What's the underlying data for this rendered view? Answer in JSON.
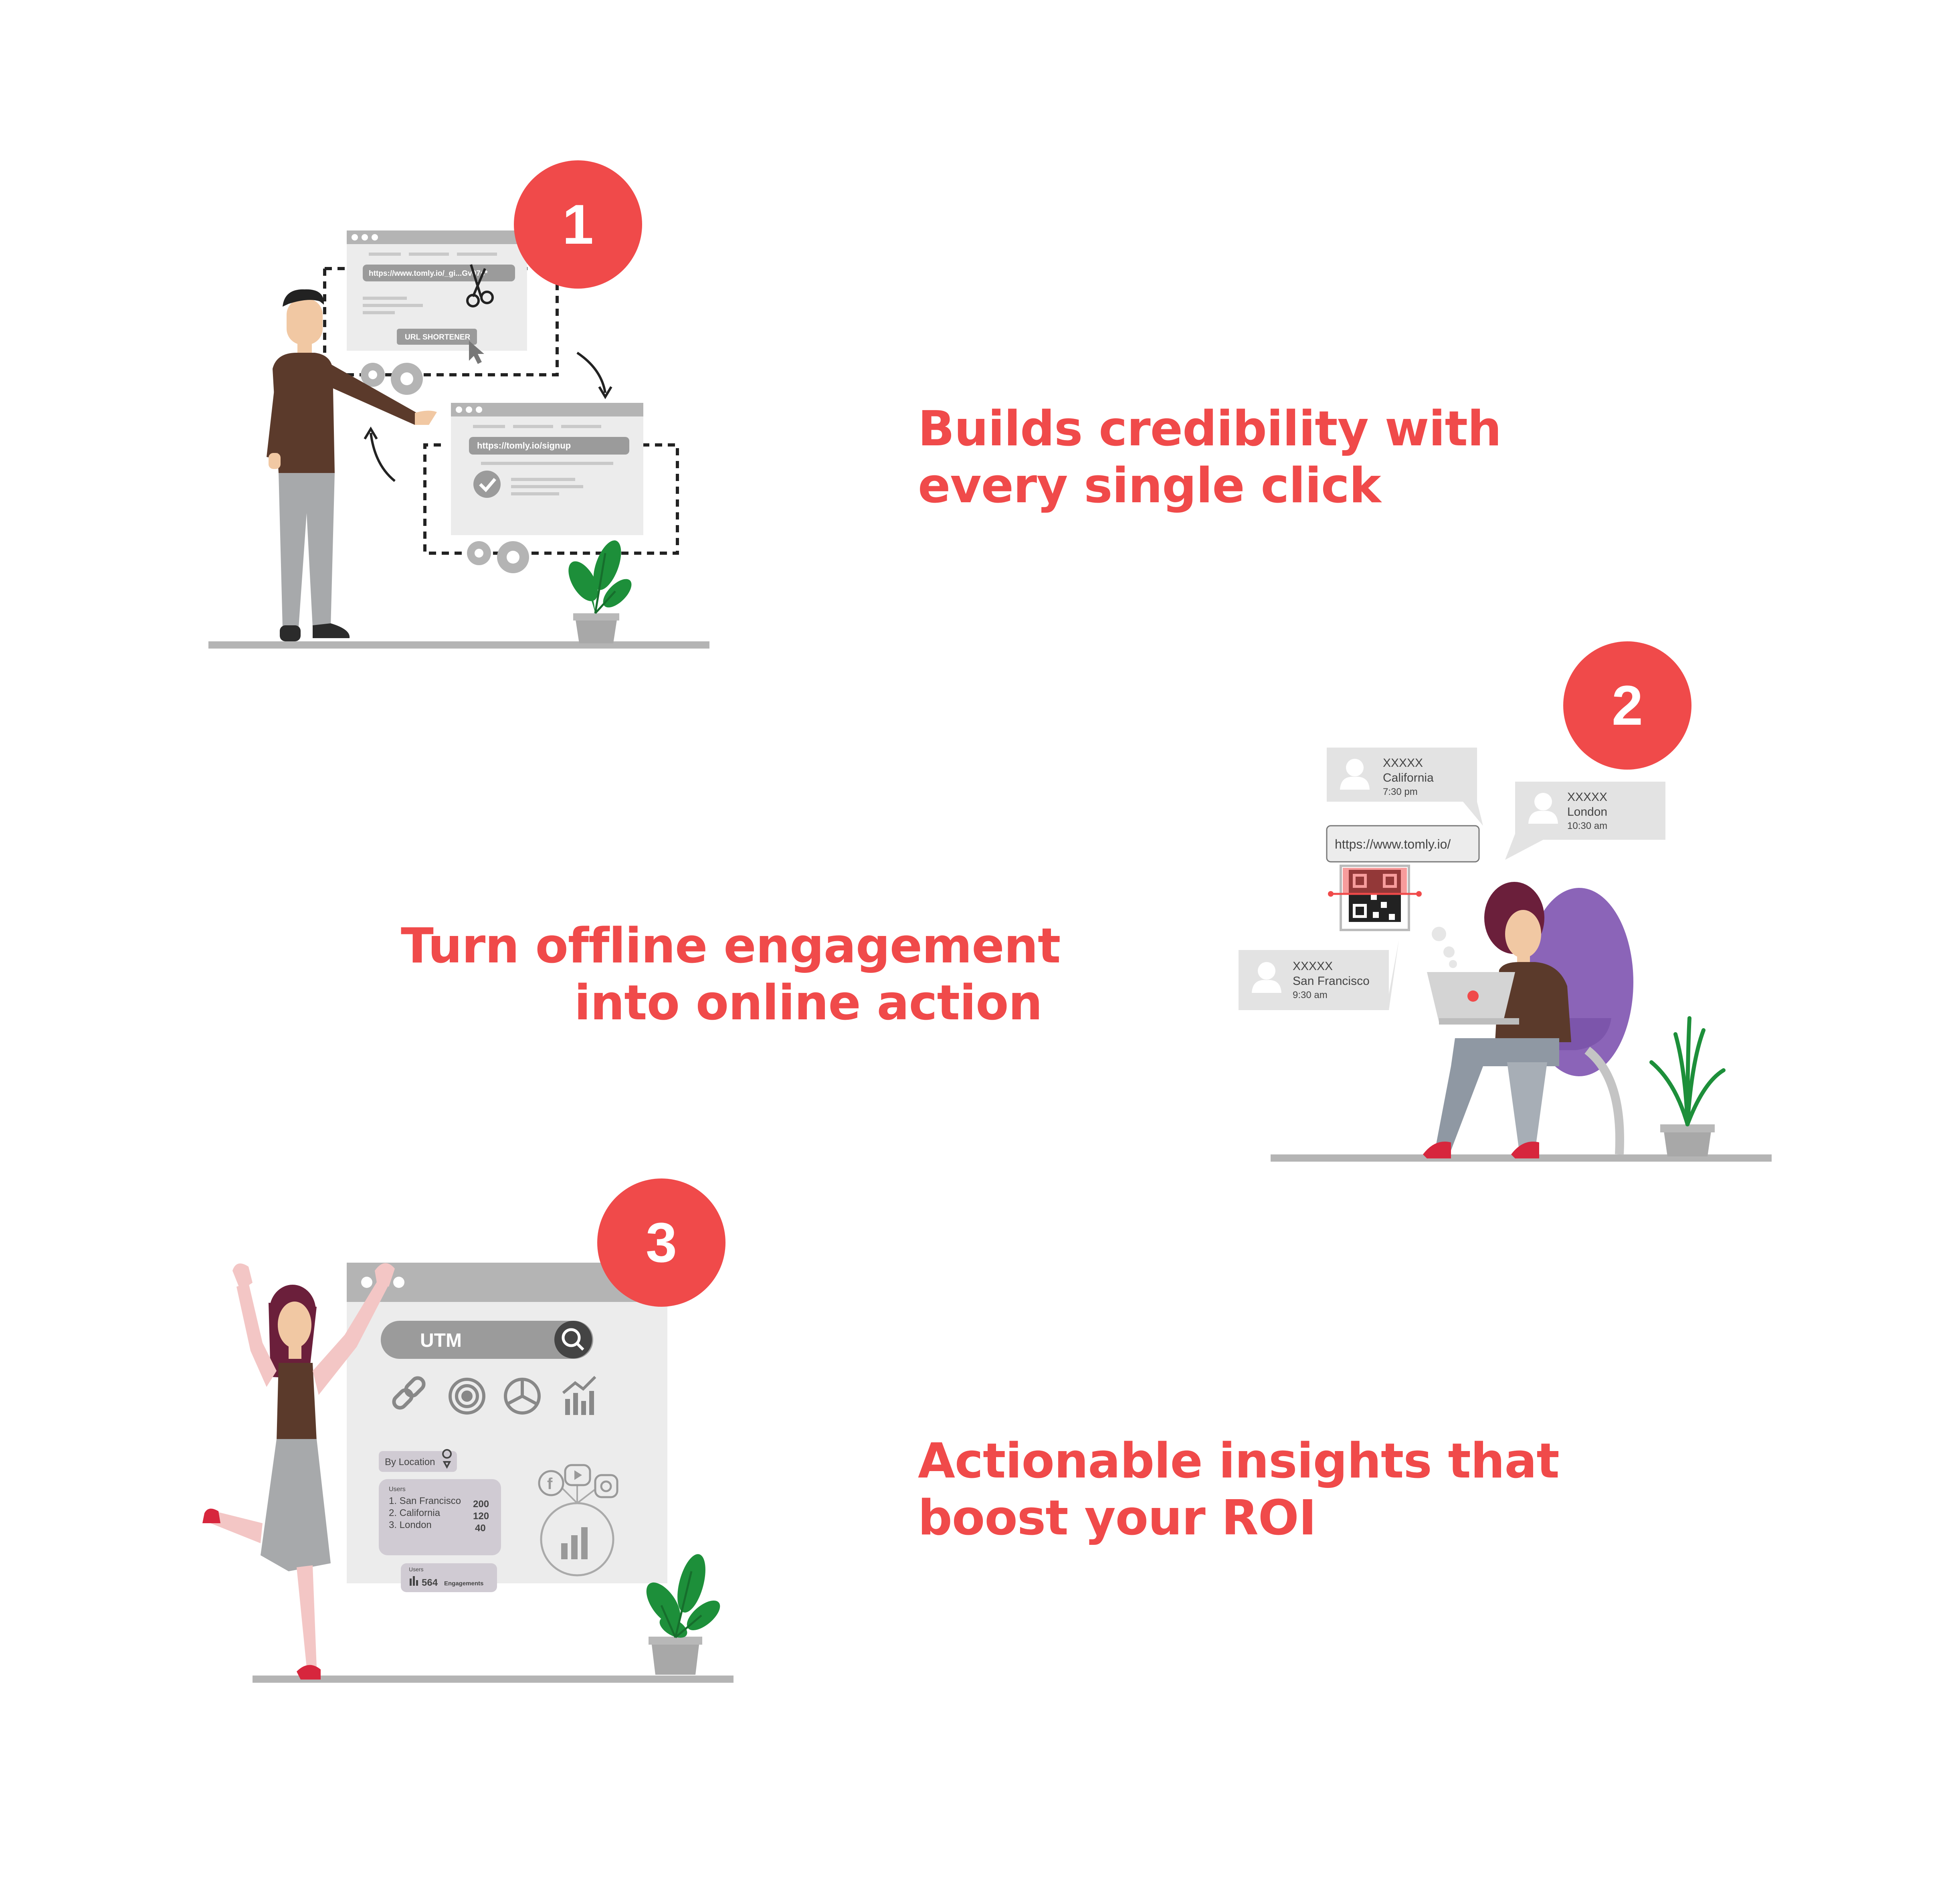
{
  "steps": [
    {
      "number": "1",
      "headline": [
        "Builds credibility with",
        "every single click"
      ],
      "illustration": {
        "long_url": "https://www.tomly.io/_gi...Gv07s*",
        "button_label": "URL SHORTENER",
        "short_url": "https://tomly.io/signup"
      }
    },
    {
      "number": "2",
      "headline": [
        "Turn offline engagement",
        "into online action"
      ],
      "illustration": {
        "url": "https://www.tomly.io/",
        "bubbles": [
          {
            "name": "XXXXX",
            "place": "California",
            "time": "7:30 pm"
          },
          {
            "name": "XXXXX",
            "place": "London",
            "time": "10:30 am"
          },
          {
            "name": "XXXXX",
            "place": "San Francisco",
            "time": "9:30 am"
          }
        ]
      }
    },
    {
      "number": "3",
      "headline": [
        "Actionable insights that",
        "boost your ROI"
      ],
      "illustration": {
        "search_label": "UTM",
        "location_label": "By Location",
        "users_label": "Users",
        "locations": [
          {
            "name": "1. San Francisco",
            "count": "200"
          },
          {
            "name": "2. California",
            "count": "120"
          },
          {
            "name": "3. London",
            "count": "40"
          }
        ],
        "users_caption": "Users",
        "engagement_count": "564",
        "engagement_label": "Engagements"
      }
    }
  ],
  "colors": {
    "accent": "#f04a4a",
    "panel": "#ececec",
    "panel_dark": "#b4b4b4",
    "plant": "#1d8f3a",
    "chair": "#8b64b8",
    "shirt": "#5b3a2b"
  }
}
